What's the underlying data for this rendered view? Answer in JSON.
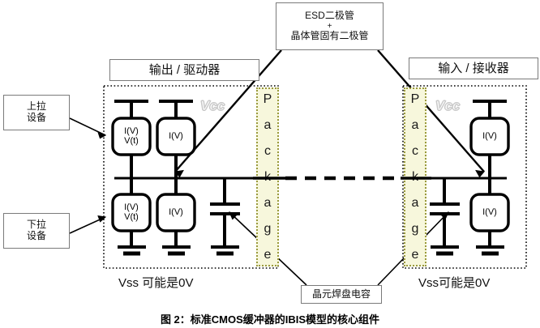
{
  "figure": {
    "caption": "图 2：标准CMOS缓冲器的IBIS模型的核心组件"
  },
  "callouts": {
    "pullup": {
      "line1": "上拉",
      "line2": "设备"
    },
    "pulldown": {
      "line1": "下拉",
      "line2": "设备"
    },
    "esd": {
      "line1": "ESD二极管",
      "line2": "+",
      "line3": "晶体管固有二极管"
    },
    "die_pad_cap": {
      "line1": "晶元焊盘电容"
    }
  },
  "blocks": {
    "output_driver_title": "输出 / 驱动器",
    "input_receiver_title": "输入 / 接收器"
  },
  "rails": {
    "vcc_left": "Vcc",
    "vcc_right": "Vcc",
    "vss_left": "Vss 可能是0V",
    "vss_right": "Vss可能是0V"
  },
  "package": {
    "letters": [
      "P",
      "a",
      "c",
      "k",
      "a",
      "g",
      "e"
    ],
    "label": "Package"
  },
  "devices": {
    "left_pullup_iv": {
      "l1": "I(V)",
      "l2": "V(t)"
    },
    "left_pullup_esd": {
      "l1": "I(V)"
    },
    "left_pulldown_iv": {
      "l1": "I(V)",
      "l2": "V(t)"
    },
    "left_pulldown_esd": {
      "l1": "I(V)"
    },
    "right_top_esd": {
      "l1": "I(V)"
    },
    "right_bottom_esd": {
      "l1": "I(V)"
    }
  },
  "colors": {
    "package_fill": "#f7f7dc",
    "package_border": "#9a9a3d",
    "wire": "#000000",
    "box_border": "#7a7a7a",
    "vcc_watermark": "#c9c9c9"
  }
}
